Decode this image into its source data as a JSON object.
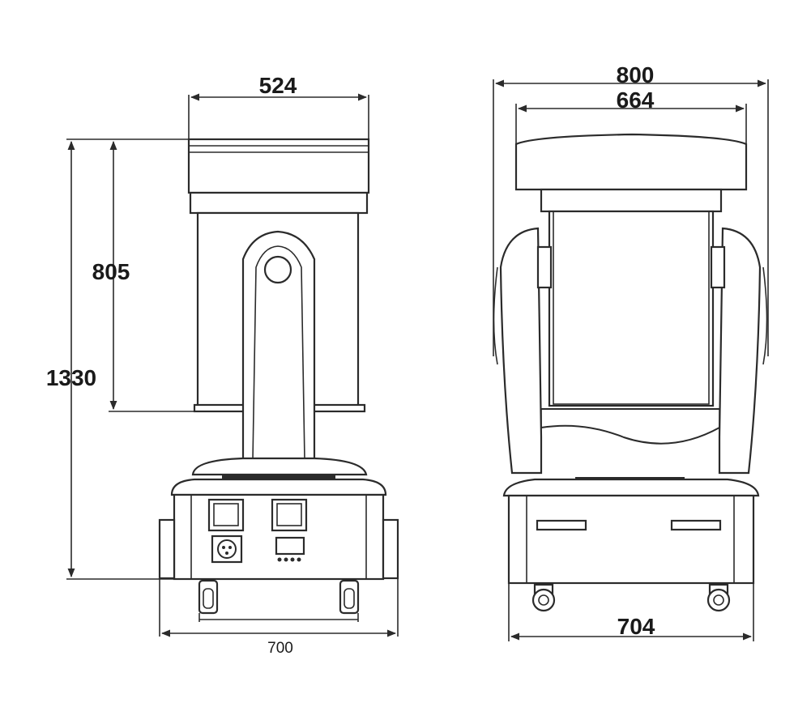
{
  "dimensions": {
    "side_top_width": "524",
    "side_total_height": "1330",
    "side_head_height": "805",
    "side_base_width": "700",
    "front_outer_width": "800",
    "front_head_width": "664",
    "front_base_width": "704"
  },
  "colors": {
    "line": "#2b2b2b",
    "background": "#ffffff"
  }
}
